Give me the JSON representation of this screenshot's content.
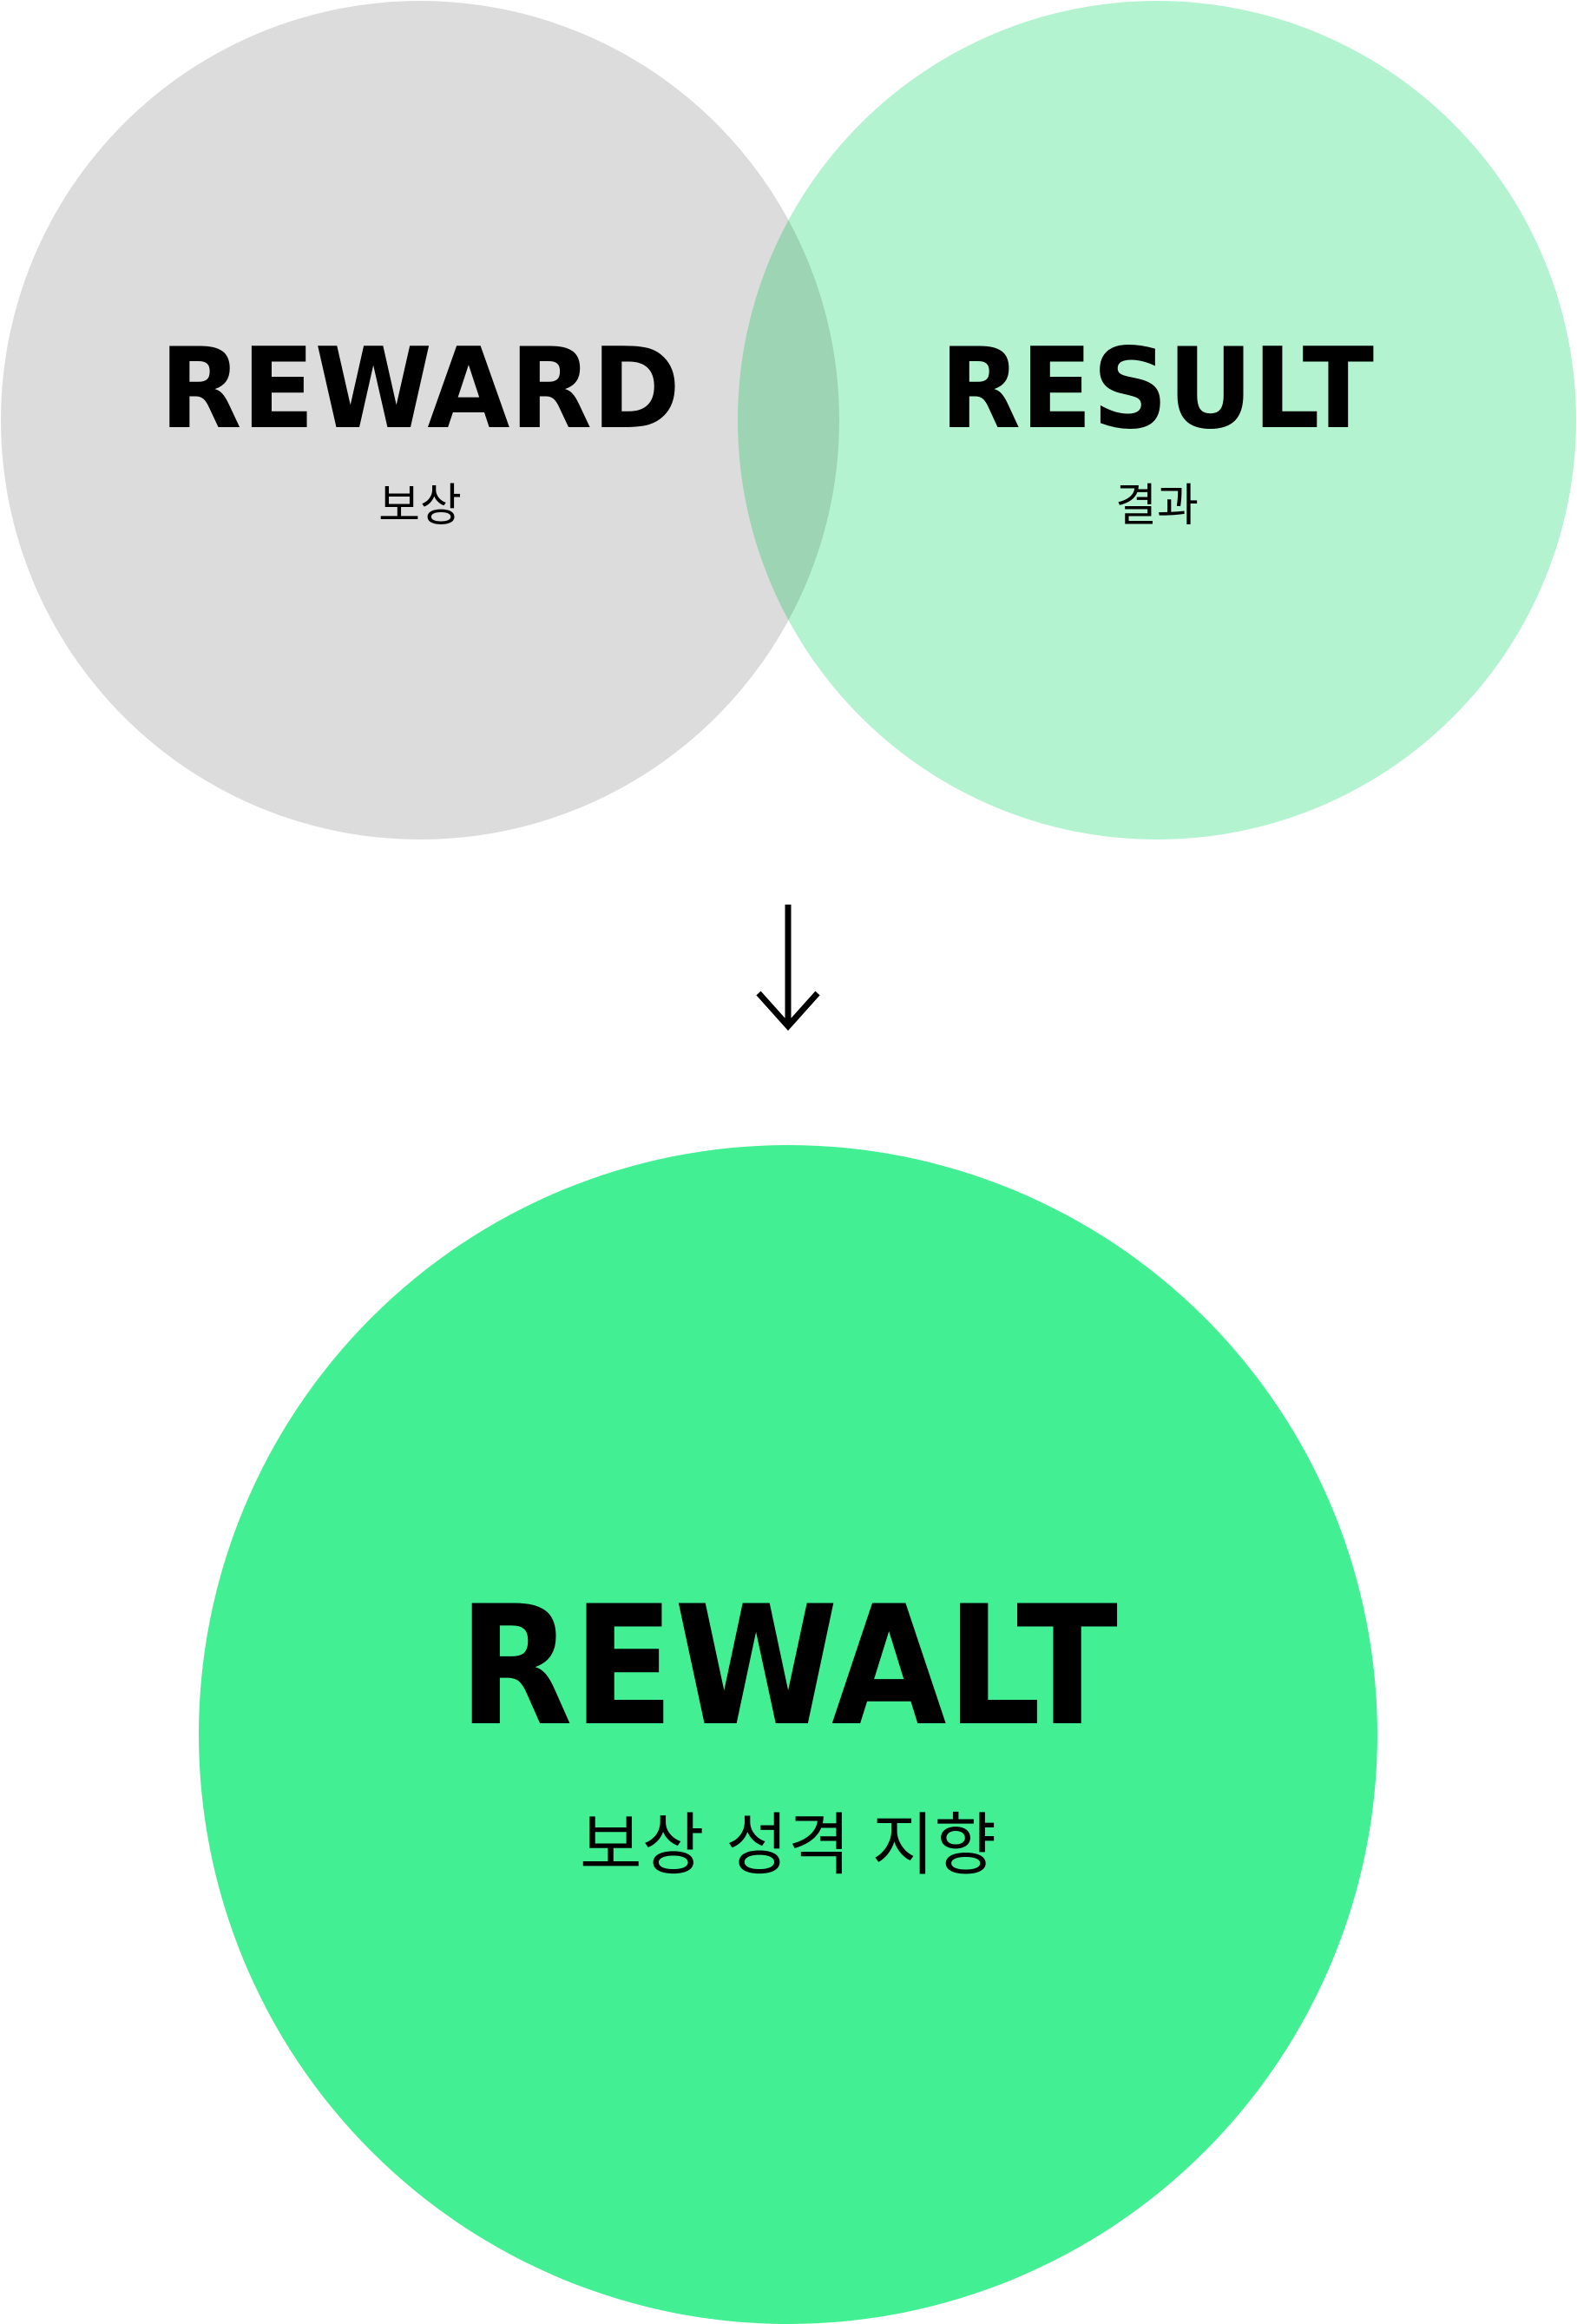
{
  "colors": {
    "reward_circle": "#dcdcdc",
    "result_circle": "#b3f3cf",
    "overlap": "#9dd4b3",
    "rewalt_circle": "#43ef93",
    "text": "#000000",
    "background": "#ffffff"
  },
  "reward": {
    "title": "REWARD",
    "subtitle": "보상"
  },
  "result": {
    "title": "RESULT",
    "subtitle": "결과"
  },
  "arrow": {
    "icon": "arrow-down-icon"
  },
  "rewalt": {
    "title": "REWALT",
    "subtitle": "보상 성격 지향"
  }
}
